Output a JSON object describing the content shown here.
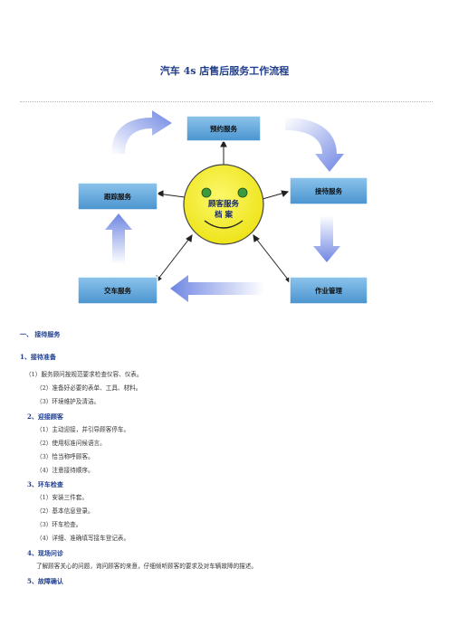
{
  "doc": {
    "title": "汽车 4s 店售后服务工作流程"
  },
  "diagram": {
    "center": {
      "line1": "顾客服务",
      "line2": "档 案"
    },
    "boxes": {
      "top": "预约服务",
      "right_top": "接待服务",
      "right_bottom": "作业管理",
      "left_bottom": "交车服务",
      "left_top": "跟踪服务"
    }
  },
  "content": {
    "section1": "一、 接待服务",
    "sub1": "1、接待准备",
    "sub1_items": [
      "（1）服务顾问按规范要求检查仪容、仪表。",
      "（2）准备好必要的表单、工具、材料。",
      "（3）环境维护及清洁。"
    ],
    "sub2": "2、迎接顾客",
    "sub2_items": [
      "（1）主动迎接，并引导顾客停车。",
      "（2）使用标准问候语言。",
      "（3）恰当称呼顾客。",
      "（4）注意接待顺序。"
    ],
    "sub3": "3、环车检查",
    "sub3_items": [
      "（1）安装三件套。",
      "（2）基本信息登录。",
      "（3）环车检查。",
      "（4）详细、准确填写接车登记表。"
    ],
    "sub4": "4、现场问诊",
    "sub4_text": "了解顾客关心的问题，询问顾客的来意，仔细倾听顾客的要求及对车辆故障的描述。",
    "sub5": "5、故障确认"
  },
  "colors": {
    "box_fill": "#5ba4d8",
    "face_fill": "#f2ef1c",
    "arrow_fill": "#6f86e3",
    "heading": "#1f3d8c"
  }
}
